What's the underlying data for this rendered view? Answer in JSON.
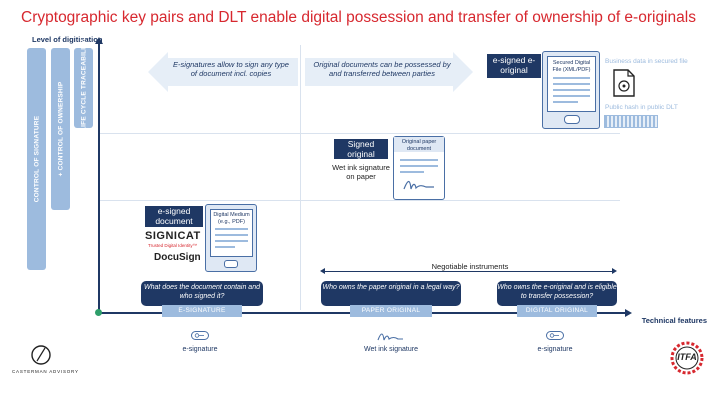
{
  "title": "Cryptographic key pairs and DLT enable digital possession and transfer of ownership of e-originals",
  "y_axis_label": "Level of digitisation",
  "x_axis_label": "Technical features",
  "vertical_bars": [
    "CONTROL OF SIGNATURE",
    "+ CONTROL OF OWNERSHIP",
    "+ LIFE CYCLE TRACEABILITY"
  ],
  "arrows": {
    "left": "E-signatures allow to sign any type of document incl. copies",
    "right": "Original documents can be possessed by and transferred between parties"
  },
  "top_right": {
    "label": "e-signed e-original",
    "doc_title": "Secured Digital File (XML/PDF)",
    "business_data": "Business data in secured file",
    "public_hash": "Public hash in public DLT"
  },
  "middle": {
    "label": "Signed original",
    "doc_title": "Original paper document",
    "caption": "Wet ink signature on paper"
  },
  "bottom_left": {
    "label": "e-signed document",
    "doc_title": "Digital Medium (e.g., PDF)",
    "brand1": "SIGNICAT",
    "brand1_sub": "Trusted Digital Identity™",
    "brand2": "DocuSign"
  },
  "negotiable": "Negotiable instruments",
  "questions": [
    "What does the document contain and who signed it?",
    "Who owns the paper original in a legal way?",
    "Who owns the e-original and is eligible to transfer possession?"
  ],
  "tags": [
    "E-SIGNATURE",
    "PAPER ORIGINAL",
    "DIGITAL ORIGINAL"
  ],
  "bottom_icons": [
    "e-signature",
    "Wet ink signature",
    "e-signature"
  ],
  "logo_left_text": "CASTERMAN ADVISORY",
  "logo_right_text": "ITFA",
  "colors": {
    "title": "#d7282f",
    "navy": "#1f3864",
    "light_blue": "#9dbbde",
    "green_dot": "#2e9e6a"
  }
}
